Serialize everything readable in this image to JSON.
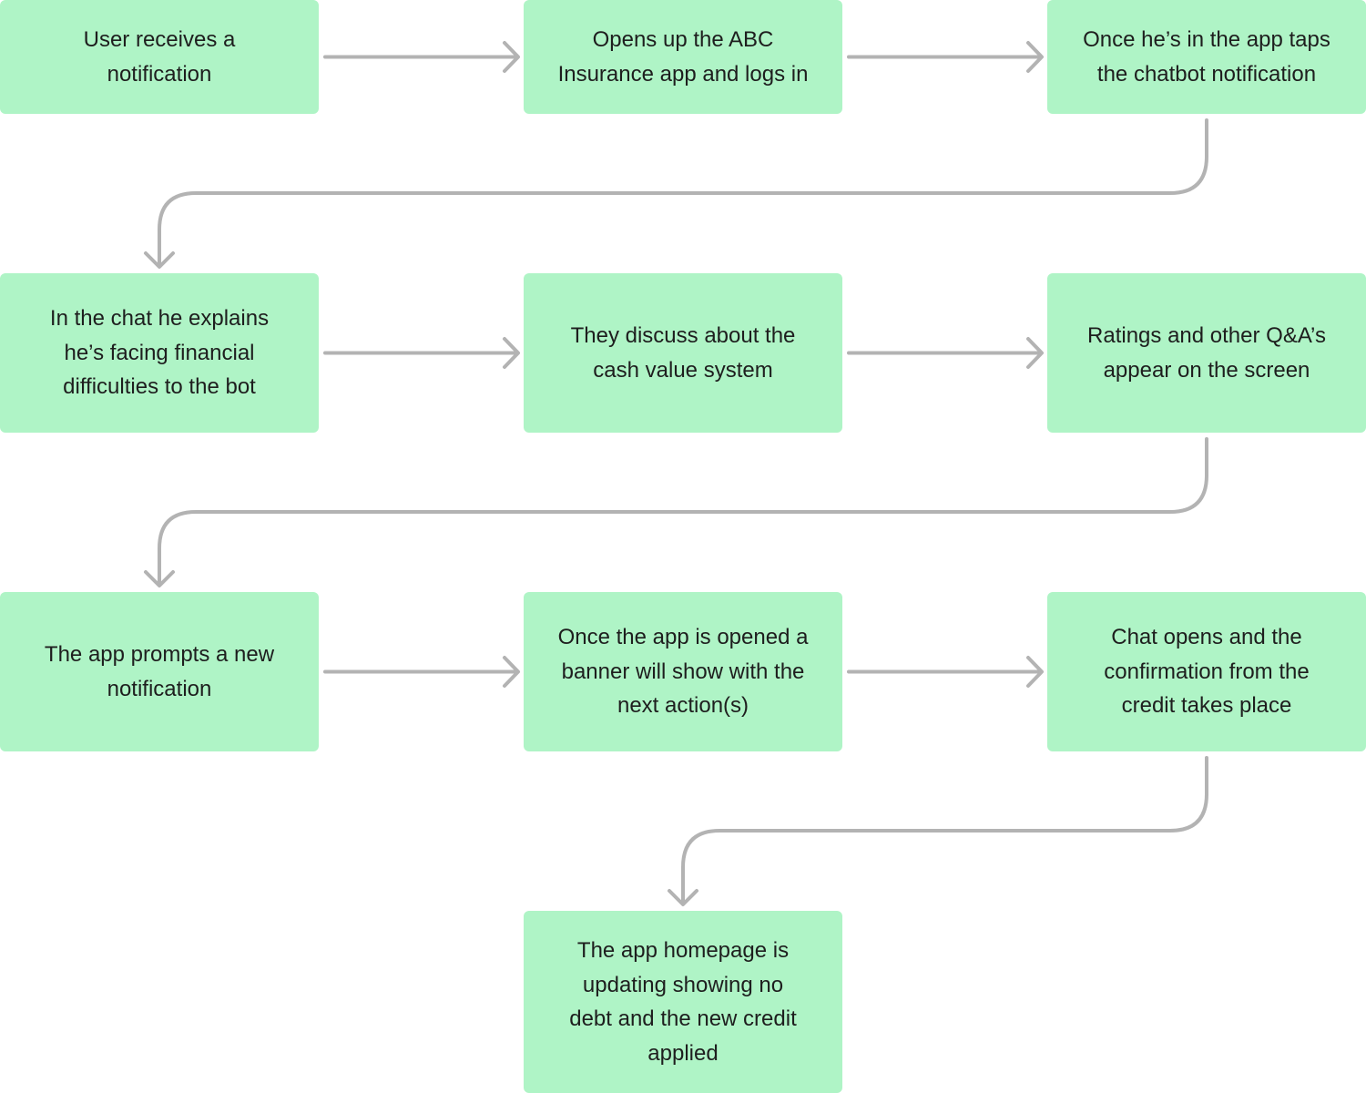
{
  "colors": {
    "node_fill": "#aff4c6",
    "node_text": "#1e1e1e",
    "connector": "#b3b3b3"
  },
  "flow": {
    "steps": [
      {
        "id": "n1",
        "label": "User receives a\nnotification"
      },
      {
        "id": "n2",
        "label": "Opens up the ABC\nInsurance app and logs in"
      },
      {
        "id": "n3",
        "label": "Once he’s in the app taps\nthe chatbot notification"
      },
      {
        "id": "n4",
        "label": "In the chat he explains\nhe’s facing financial\ndifficulties to the bot"
      },
      {
        "id": "n5",
        "label": "They discuss about the\ncash value system"
      },
      {
        "id": "n6",
        "label": "Ratings and other Q&A’s\nappear on the screen"
      },
      {
        "id": "n7",
        "label": "The app prompts a new\nnotification"
      },
      {
        "id": "n8",
        "label": "Once the app is opened a\nbanner will show with the\nnext action(s)"
      },
      {
        "id": "n9",
        "label": "Chat opens and the\nconfirmation from the\ncredit takes place"
      },
      {
        "id": "n10",
        "label": "The app homepage is\nupdating showing no\ndebt and the new credit\napplied"
      }
    ],
    "edges": [
      {
        "from": "n1",
        "to": "n2"
      },
      {
        "from": "n2",
        "to": "n3"
      },
      {
        "from": "n3",
        "to": "n4"
      },
      {
        "from": "n4",
        "to": "n5"
      },
      {
        "from": "n5",
        "to": "n6"
      },
      {
        "from": "n6",
        "to": "n7"
      },
      {
        "from": "n7",
        "to": "n8"
      },
      {
        "from": "n8",
        "to": "n9"
      },
      {
        "from": "n9",
        "to": "n10"
      }
    ]
  }
}
